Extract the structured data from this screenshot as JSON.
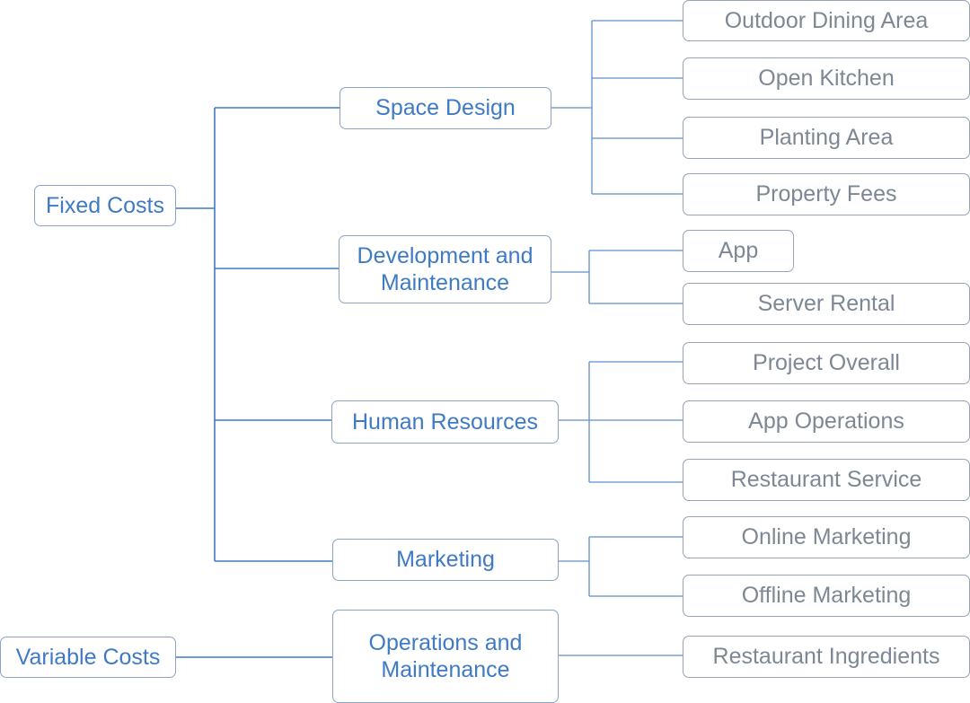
{
  "diagram": {
    "roots": [
      {
        "label": "Fixed Costs",
        "children": [
          {
            "label": "Space Design",
            "children": [
              "Outdoor Dining Area",
              "Open Kitchen",
              "Planting Area",
              "Property Fees"
            ]
          },
          {
            "label": "Development and Maintenance",
            "children": [
              "App",
              "Server Rental"
            ]
          },
          {
            "label": "Human Resources",
            "children": [
              "Project Overall",
              "App Operations",
              "Restaurant Service"
            ]
          },
          {
            "label": "Marketing",
            "children": [
              "Online Marketing",
              "Offline Marketing"
            ]
          }
        ]
      },
      {
        "label": "Variable Costs",
        "children": [
          {
            "label": "Operations and Maintenance",
            "children": [
              "Restaurant Ingredients"
            ]
          }
        ]
      }
    ],
    "colors": {
      "primary_text": "#3f7ac4",
      "secondary_text": "#7e8794",
      "connector": "#3f7ac4",
      "node_border": "#8aa5c8",
      "background": "#ffffff"
    }
  }
}
